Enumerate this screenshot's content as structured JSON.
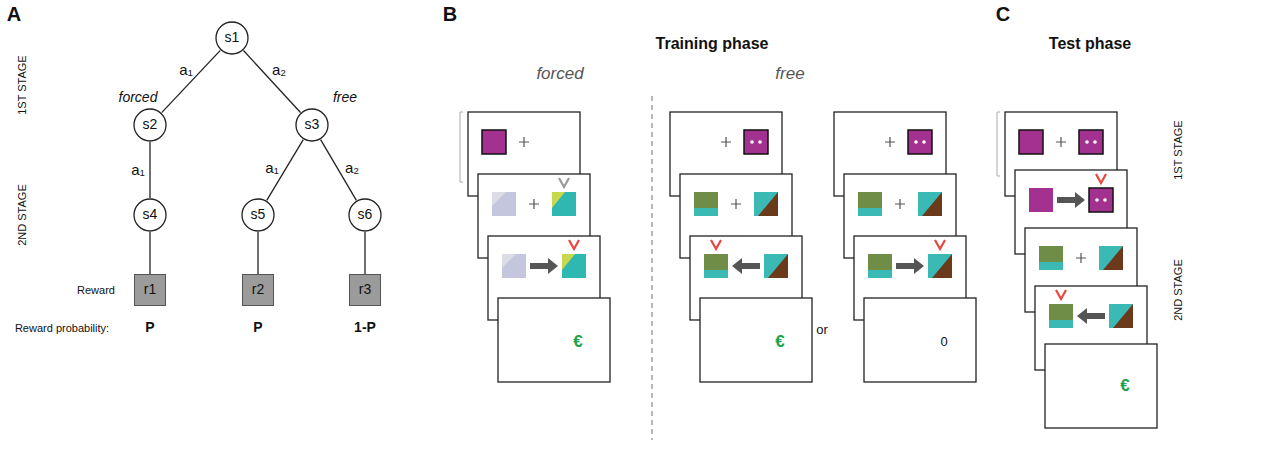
{
  "diagram": {
    "nodes": [
      {
        "text": [
          "s1"
        ]
      },
      {
        "text": [
          "s2"
        ]
      },
      {
        "text": [
          "s3"
        ]
      },
      {
        "text": [
          "s4"
        ]
      },
      {
        "text": [
          "s5"
        ]
      },
      {
        "text": [
          "s6"
        ]
      },
      {
        "text": [
          "r1"
        ]
      },
      {
        "text": [
          "r2"
        ]
      },
      {
        "text": [
          "r3"
        ]
      }
    ],
    "edges": [
      {
        "from": 0,
        "to": 1,
        "label": "a₁",
        "arrow": "none"
      },
      {
        "from": 0,
        "to": 2,
        "label": "a₂",
        "arrow": "none"
      },
      {
        "from": 1,
        "to": 3,
        "label": "a₁",
        "arrow": "none"
      },
      {
        "from": 2,
        "to": 4,
        "label": "a₁",
        "arrow": "none"
      },
      {
        "from": 2,
        "to": 5,
        "label": "a₂",
        "arrow": "none"
      },
      {
        "from": 3,
        "to": 6,
        "arrow": "none"
      },
      {
        "from": 4,
        "to": 7,
        "arrow": "none"
      },
      {
        "from": 5,
        "to": 8,
        "arrow": "none"
      }
    ],
    "labels": [
      "A",
      "1ST STAGE",
      "2ND STAGE",
      "forced",
      "free",
      "Reward",
      "Reward probability:",
      "P",
      "P",
      "1-P",
      "B",
      "Training phase",
      "forced",
      "free",
      "€",
      "€",
      "or",
      "0",
      "C",
      "Test phase",
      "1ST STAGE",
      "2ND STAGE",
      "€"
    ]
  }
}
